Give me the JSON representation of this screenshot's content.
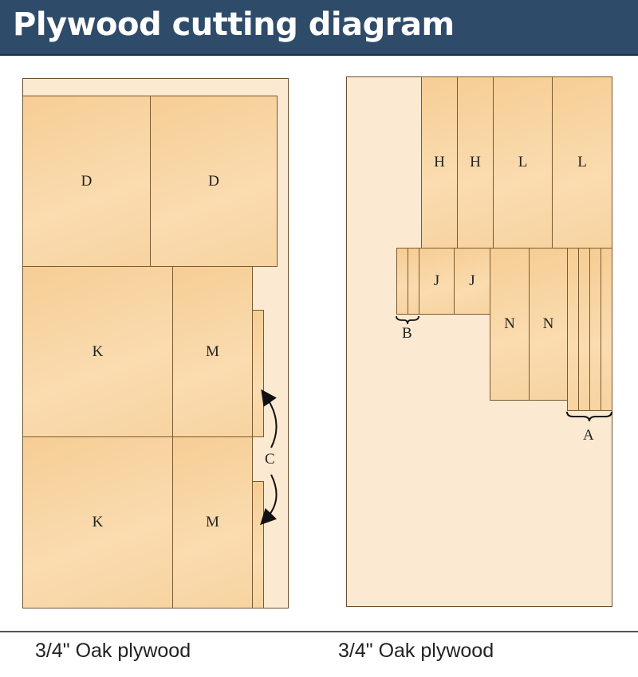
{
  "title": "Plywood cutting diagram",
  "sheets": [
    {
      "caption": "3/4\" Oak plywood",
      "pieces": {
        "d1": "D",
        "d2": "D",
        "k1": "K",
        "m1": "M",
        "k2": "K",
        "m2": "M"
      },
      "callouts": {
        "c": "C"
      }
    },
    {
      "caption": "3/4\" Oak plywood",
      "pieces": {
        "h1": "H",
        "h2": "H",
        "l1": "L",
        "l2": "L",
        "j1": "J",
        "j2": "J",
        "n1": "N",
        "n2": "N"
      },
      "callouts": {
        "b": "B",
        "a": "A"
      }
    }
  ]
}
